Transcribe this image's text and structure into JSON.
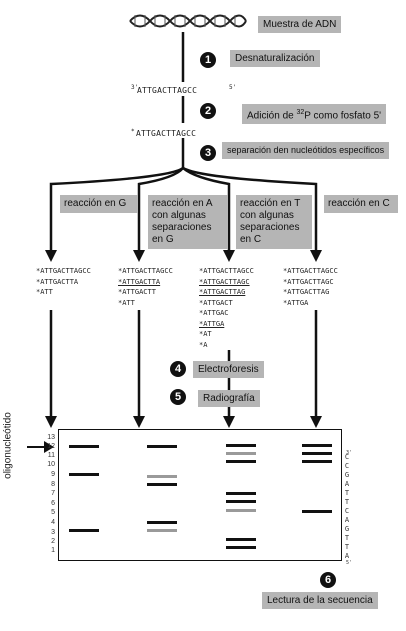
{
  "steps": {
    "sample": "Muestra de ADN",
    "s1_num": "1",
    "s1": "Desnaturalización",
    "seq1": "ATTGACTTAGCC",
    "seq1_left": "3'",
    "seq1_right": "5'",
    "s2_num": "2",
    "s2_pre": "Adición de",
    "s2_sup": "32",
    "s2_post": "P  como fosfato 5'",
    "seq2": "ATTGACTTAGCC",
    "seq2_left": "*",
    "s3_num": "3",
    "s3": "separación den nucleótidos específicos",
    "s4_num": "4",
    "s4": "Electroforesis",
    "s5_num": "5",
    "s5": "Radiografía",
    "s6_num": "6",
    "s6": "Lectura de la secuencia"
  },
  "reactions": [
    {
      "label": "reacción en G"
    },
    {
      "label": "reacción en A con algunas separaciones en G"
    },
    {
      "label": "reacción en T con algunas separaciones en C"
    },
    {
      "label": "reacción en C"
    }
  ],
  "fragments": {
    "g": [
      "*ATTGACTTAGCC",
      "*ATTGACTTA",
      "*ATT"
    ],
    "a": [
      "*ATTGACTTAGCC",
      "*ATTGACTTA",
      "*ATTGACTT",
      "*ATT"
    ],
    "t": [
      "*ATTGACTTAGCC",
      "*ATTGACTTAGC",
      "*ATTGACTTAG",
      "*ATTGACT",
      "*ATTGAC",
      "*ATTGA",
      "*AT",
      "*A"
    ],
    "c": [
      "*ATTGACTTAGCC",
      "*ATTGACTTAGC",
      "*ATTGACTTAG",
      "*ATTGA"
    ]
  },
  "gel": {
    "side_label": "oligonucleótido",
    "rows": [
      "13",
      "12",
      "11",
      "10",
      "9",
      "8",
      "7",
      "6",
      "5",
      "4",
      "3",
      "2",
      "1"
    ],
    "read": [
      "C",
      "C",
      "G",
      "A",
      "T",
      "T",
      "C",
      "A",
      "G",
      "T",
      "T",
      "A"
    ],
    "read_top": "3'",
    "read_bottom": "5'",
    "colors": {
      "dark": "#111111",
      "light": "#9a9a9a"
    }
  }
}
